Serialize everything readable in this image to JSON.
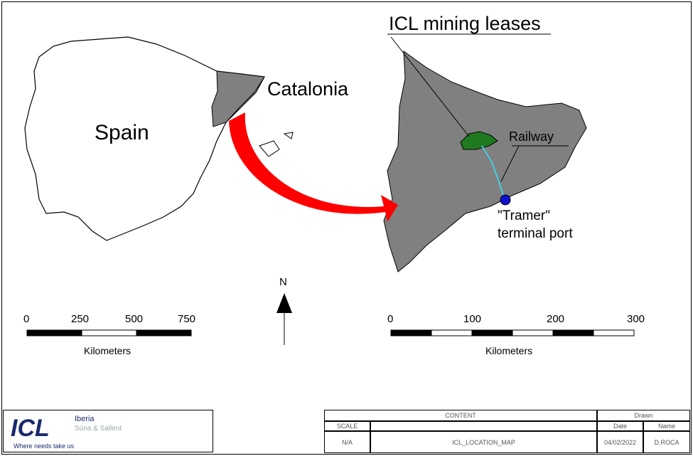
{
  "map": {
    "labels": {
      "spain": "Spain",
      "catalonia": "Catalonia",
      "leases": "ICL mining leases",
      "railway": "Railway",
      "port_line1": "\"Tramer\"",
      "port_line2": "terminal port",
      "north": "N"
    },
    "scale_left": {
      "ticks": [
        "0",
        "250",
        "500",
        "750"
      ],
      "unit": "Kilometers"
    },
    "scale_right": {
      "ticks": [
        "0",
        "100",
        "200",
        "300"
      ],
      "unit": "Kilometers"
    },
    "colors": {
      "region": "#808080",
      "lease": "#1f7a1f",
      "railway": "#40d0e0",
      "port": "#1010d0",
      "arrow": "#ff0000"
    }
  },
  "title_block": {
    "logo": {
      "brand": "ICL",
      "sub1": "Iberia",
      "sub2": "Súria & Sallent",
      "tagline": "Where needs take us"
    },
    "content_header": "CONTENT",
    "drawn_header": "Drawn",
    "scale_label": "SCALE",
    "scale_value": "N/A",
    "content_value": "ICL_LOCATION_MAP",
    "date_label": "Date",
    "date_value": "04/02/2022",
    "name_label": "Name",
    "name_value": "D.ROCA"
  }
}
